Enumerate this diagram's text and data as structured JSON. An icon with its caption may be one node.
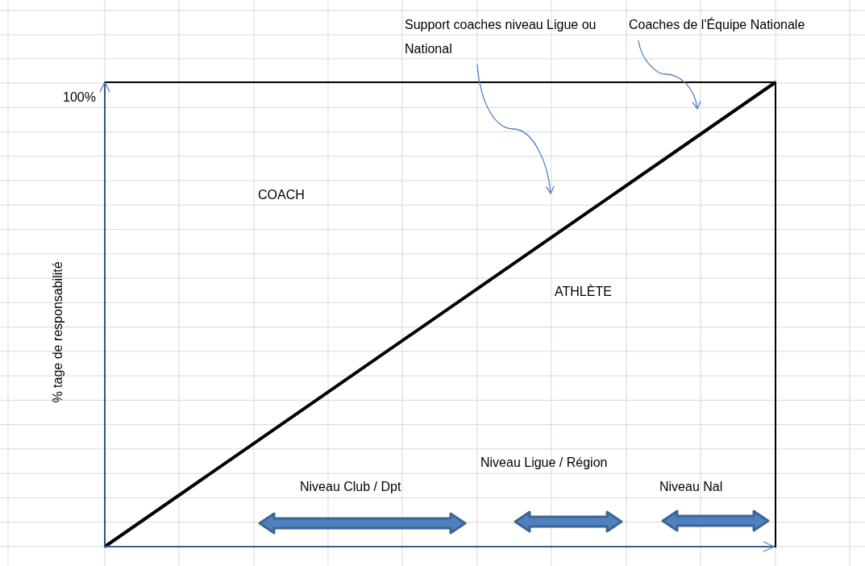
{
  "diagram": {
    "nodes": [
      {
        "text": [
          "Support coaches niveau Ligue ou National"
        ]
      },
      {
        "text": [
          "Coaches de l'Équipe Nationale"
        ]
      }
    ],
    "edges": [
      {
        "from": 0,
        "to": null,
        "arrow": "to"
      },
      {
        "from": 1,
        "to": null,
        "arrow": "to"
      }
    ],
    "labels": [
      "100%",
      "COACH",
      "ATHLÈTE",
      "% tage de responsabilité",
      "Niveau Ligue / Région",
      "Niveau Club / Dpt",
      "Niveau Nal"
    ]
  }
}
